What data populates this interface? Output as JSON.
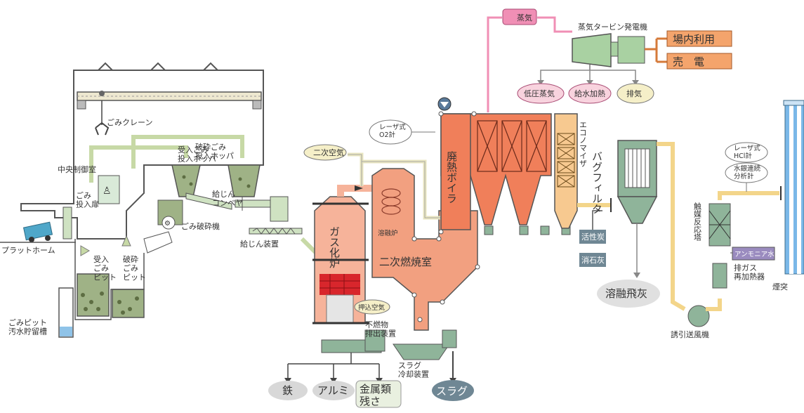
{
  "labels": {
    "crane": "ごみクレーン",
    "control_room": "中央制御室",
    "recv_hopper": "受入ごみ\n投入ホッパ",
    "crush_hopper": "破砕ごみ\n投入ホッパ",
    "feed_conveyor": "給じん\nコンベヤ",
    "crusher": "ごみ破砕機",
    "feeder": "給じん装置",
    "door": "ごみ\n投入扉",
    "platform": "プラットホーム",
    "recv_pit": "受入\nごみ\nピット",
    "crush_pit": "破砕\nごみ\nピット",
    "wastewater": "ごみピット\n汚水貯留槽",
    "secondary_air": "二次空気",
    "gasifier": "ガス化炉",
    "melt_furnace": "溶融炉",
    "secondary_chamber": "二次燃焼室",
    "blow_air": "押込空気",
    "noncombustible": "不燃物\n排出装置",
    "slag_cooler": "スラグ\n冷却装置",
    "iron": "鉄",
    "aluminum": "アルミ",
    "metal_residue": "金属類\n残さ",
    "slag": "スラグ",
    "laser_o2": "レーザ式\nO2計",
    "waste_heat_boiler": "廃熱ボイラ",
    "steam": "蒸気",
    "turbine": "蒸気タービン発電機",
    "onsite_use": "場内利用",
    "sell_power": "売　電",
    "low_pressure_steam": "低圧蒸気",
    "feedwater_heater": "給水加熱",
    "exhaust": "排気",
    "economizer": "エコノマイザ",
    "bag_filter": "バグフィルタ",
    "activated_carbon": "活性炭",
    "slaked_lime": "消石灰",
    "melt_fly_ash": "溶融飛灰",
    "induced_fan": "誘引送風機",
    "laser_hcl": "レーザ式\nHCl計",
    "mercury_analyzer": "水銀連続\n分析計",
    "catalytic_reactor": "触媒反応塔",
    "ammonia": "アンモニア水",
    "exhaust_reheater": "排ガス\n再加熱器",
    "chimney": "煙突"
  },
  "colors": {
    "boiler": "#f07f5a",
    "chamber": "#f2a080",
    "gasifier": "#f6b39a",
    "hot_zone": "#d8262c",
    "gray_equipment": "#8fb49a",
    "economizer": "#f7c990",
    "flue_pipe": "#f3d58a",
    "steam_pink": "#f08fb5",
    "turbine_green": "#a9d1a2",
    "power_orange": "#f4a46c",
    "chimney_blue": "#7ab8e8",
    "ammonia_purple": "#9a8bbf",
    "slag_gray": "#6f8794",
    "line": "#444444"
  }
}
